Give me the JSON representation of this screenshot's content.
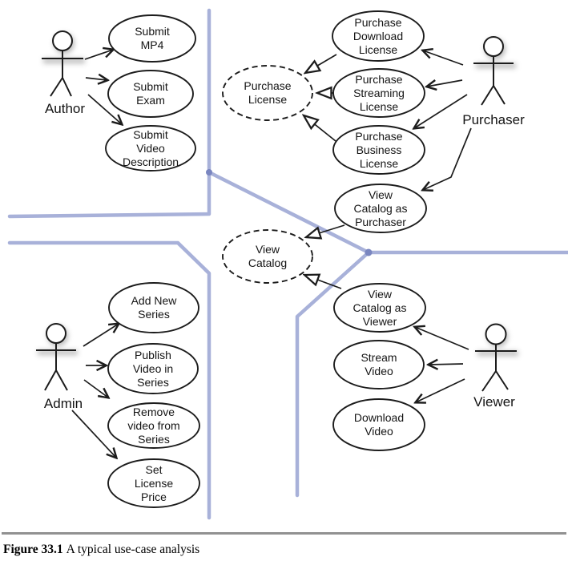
{
  "figure": {
    "caption_label": "Figure 33.1",
    "caption_text": "A typical use-case analysis"
  },
  "colors": {
    "boundary_line": "#a8b1d9",
    "junction_dot": "#7a86c0",
    "separator_line": "#919191",
    "diagram_stroke": "#1c1c1c"
  },
  "actors": {
    "author": {
      "label": "Author"
    },
    "purchaser": {
      "label": "Purchaser"
    },
    "admin": {
      "label": "Admin"
    },
    "viewer": {
      "label": "Viewer"
    }
  },
  "use_cases": {
    "submit_mp4": {
      "lines": [
        "Submit",
        "MP4"
      ]
    },
    "submit_exam": {
      "lines": [
        "Submit",
        "Exam"
      ]
    },
    "submit_video_description": {
      "lines": [
        "Submit",
        "Video",
        "Description"
      ]
    },
    "purchase_download_license": {
      "lines": [
        "Purchase",
        "Download",
        "License"
      ]
    },
    "purchase_streaming_license": {
      "lines": [
        "Purchase",
        "Streaming",
        "License"
      ]
    },
    "purchase_business_license": {
      "lines": [
        "Purchase",
        "Business",
        "License"
      ]
    },
    "purchase_license": {
      "lines": [
        "Purchase",
        "License"
      ],
      "style": "dashed"
    },
    "view_catalog_as_purchaser": {
      "lines": [
        "View",
        "Catalog as",
        "Purchaser"
      ]
    },
    "view_catalog": {
      "lines": [
        "View",
        "Catalog"
      ],
      "style": "dashed"
    },
    "add_new_series": {
      "lines": [
        "Add New",
        "Series"
      ]
    },
    "publish_video_in_series": {
      "lines": [
        "Publish",
        "Video in",
        "Series"
      ]
    },
    "remove_video_from_series": {
      "lines": [
        "Remove",
        "video from",
        "Series"
      ]
    },
    "set_license_price": {
      "lines": [
        "Set",
        "License",
        "Price"
      ]
    },
    "view_catalog_as_viewer": {
      "lines": [
        "View",
        "Catalog as",
        "Viewer"
      ]
    },
    "stream_video": {
      "lines": [
        "Stream",
        "Video"
      ]
    },
    "download_video": {
      "lines": [
        "Download",
        "Video"
      ]
    }
  }
}
